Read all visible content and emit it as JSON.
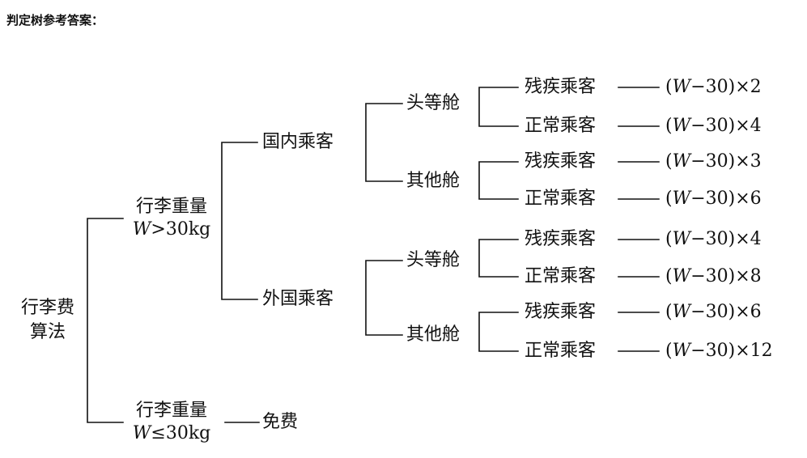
{
  "heading": "判定树参考答案：",
  "root": {
    "line1": "行李费",
    "line2": "算法"
  },
  "heavy": {
    "line1": "行李重量",
    "w": "W",
    "cond": ">30kg"
  },
  "light": {
    "line1": "行李重量",
    "w": "W",
    "cond": "≤30kg",
    "result": "免费"
  },
  "groups": [
    {
      "label": "国内乘客",
      "cabins": [
        {
          "label": "头等舱",
          "leaves": [
            {
              "label": "残疾乘客",
              "formula_pre": "(",
              "w": "W",
              "formula_post": "−30)×2"
            },
            {
              "label": "正常乘客",
              "formula_pre": "(",
              "w": "W",
              "formula_post": "−30)×4"
            }
          ]
        },
        {
          "label": "其他舱",
          "leaves": [
            {
              "label": "残疾乘客",
              "formula_pre": "(",
              "w": "W",
              "formula_post": "−30)×3"
            },
            {
              "label": "正常乘客",
              "formula_pre": "(",
              "w": "W",
              "formula_post": "−30)×6"
            }
          ]
        }
      ]
    },
    {
      "label": "外国乘客",
      "cabins": [
        {
          "label": "头等舱",
          "leaves": [
            {
              "label": "残疾乘客",
              "formula_pre": "(",
              "w": "W",
              "formula_post": "−30)×4"
            },
            {
              "label": "正常乘客",
              "formula_pre": "(",
              "w": "W",
              "formula_post": "−30)×8"
            }
          ]
        },
        {
          "label": "其他舱",
          "leaves": [
            {
              "label": "残疾乘客",
              "formula_pre": "(",
              "w": "W",
              "formula_post": "−30)×6"
            },
            {
              "label": "正常乘客",
              "formula_pre": "(",
              "w": "W",
              "formula_post": "−30)×12"
            }
          ]
        }
      ]
    }
  ]
}
